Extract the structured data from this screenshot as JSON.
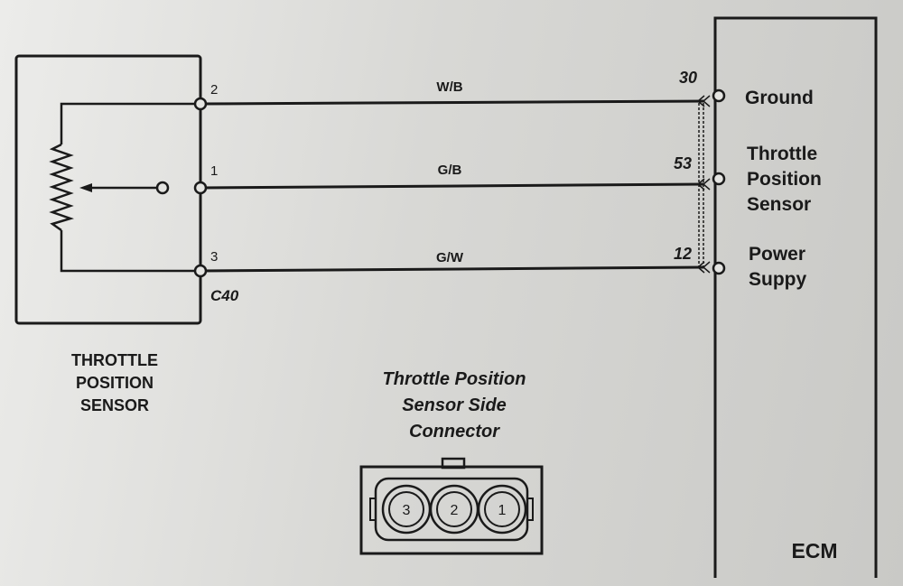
{
  "sensor": {
    "name_lines": [
      "THROTTLE",
      "POSITION",
      "SENSOR"
    ],
    "connector_id": "C40"
  },
  "wires": [
    {
      "pin": "2",
      "color_code": "W/B",
      "ecm_pin": "30",
      "ecm_label_lines": [
        "Ground"
      ]
    },
    {
      "pin": "1",
      "color_code": "G/B",
      "ecm_pin": "53",
      "ecm_label_lines": [
        "Throttle",
        "Position",
        "Sensor"
      ]
    },
    {
      "pin": "3",
      "color_code": "G/W",
      "ecm_pin": "12",
      "ecm_label_lines": [
        "Power",
        "Suppy"
      ]
    }
  ],
  "connector_view": {
    "title_lines": [
      "Throttle Position",
      "Sensor Side",
      "Connector"
    ],
    "pins": [
      "3",
      "2",
      "1"
    ]
  },
  "ecm": {
    "label": "ECM"
  }
}
